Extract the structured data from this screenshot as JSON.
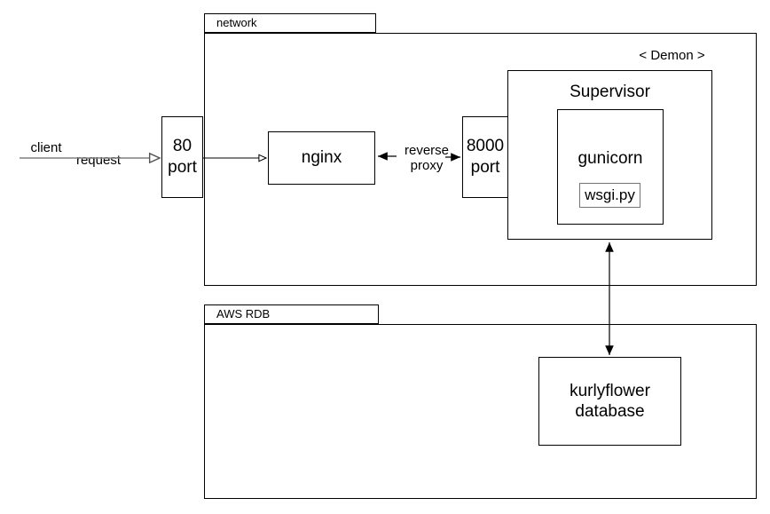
{
  "packages": {
    "network": {
      "label": "network"
    },
    "aws_rdb": {
      "label": "AWS RDB"
    }
  },
  "nodes": {
    "port80": {
      "label": "80\nport"
    },
    "nginx": {
      "label": "nginx"
    },
    "port8000": {
      "label": "8000\nport"
    },
    "supervisor": {
      "label": "Supervisor",
      "stereotype": "< Demon >"
    },
    "gunicorn": {
      "label": "gunicorn"
    },
    "wsgi": {
      "label": "wsgi.py"
    },
    "database": {
      "label": "kurlyflower\ndatabase"
    }
  },
  "edges": {
    "client": {
      "label": "client"
    },
    "request": {
      "label": "request"
    },
    "reverse_proxy": {
      "label": "reverse\nproxy"
    }
  },
  "colors": {
    "stroke": "#000000",
    "client_line": "#808080",
    "wsgi_border": "#757575",
    "background": "#ffffff"
  }
}
